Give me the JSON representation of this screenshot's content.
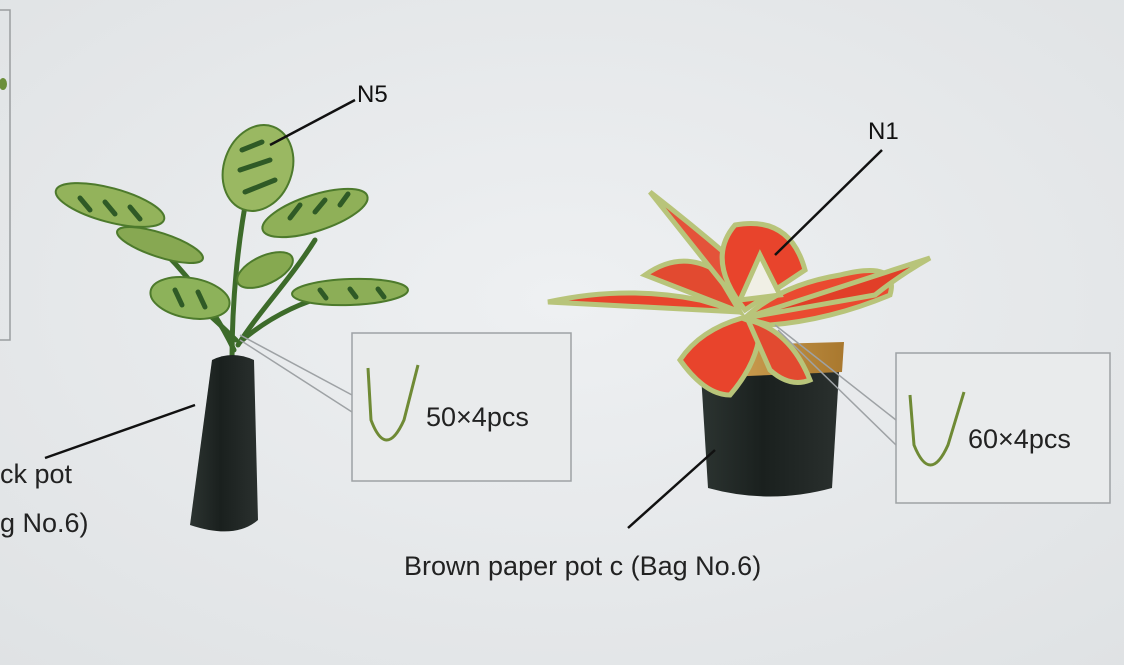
{
  "labels": {
    "plant_left": "N5",
    "plant_right": "N1",
    "pot_left_line1": "ck pot",
    "pot_left_line2": "g No.6)",
    "pot_right": "Brown paper pot c (Bag No.6)",
    "wire_left": "50×4pcs",
    "wire_right": "60×4pcs"
  },
  "colors": {
    "background": "#e6e8ea",
    "leaf_green": "#8db25a",
    "leaf_dark": "#2f5a26",
    "leaf_red": "#e8442c",
    "leaf_red_edge": "#b8c47a",
    "pot_dark": "#1f2624",
    "pot_rim": "#c89a4e"
  }
}
